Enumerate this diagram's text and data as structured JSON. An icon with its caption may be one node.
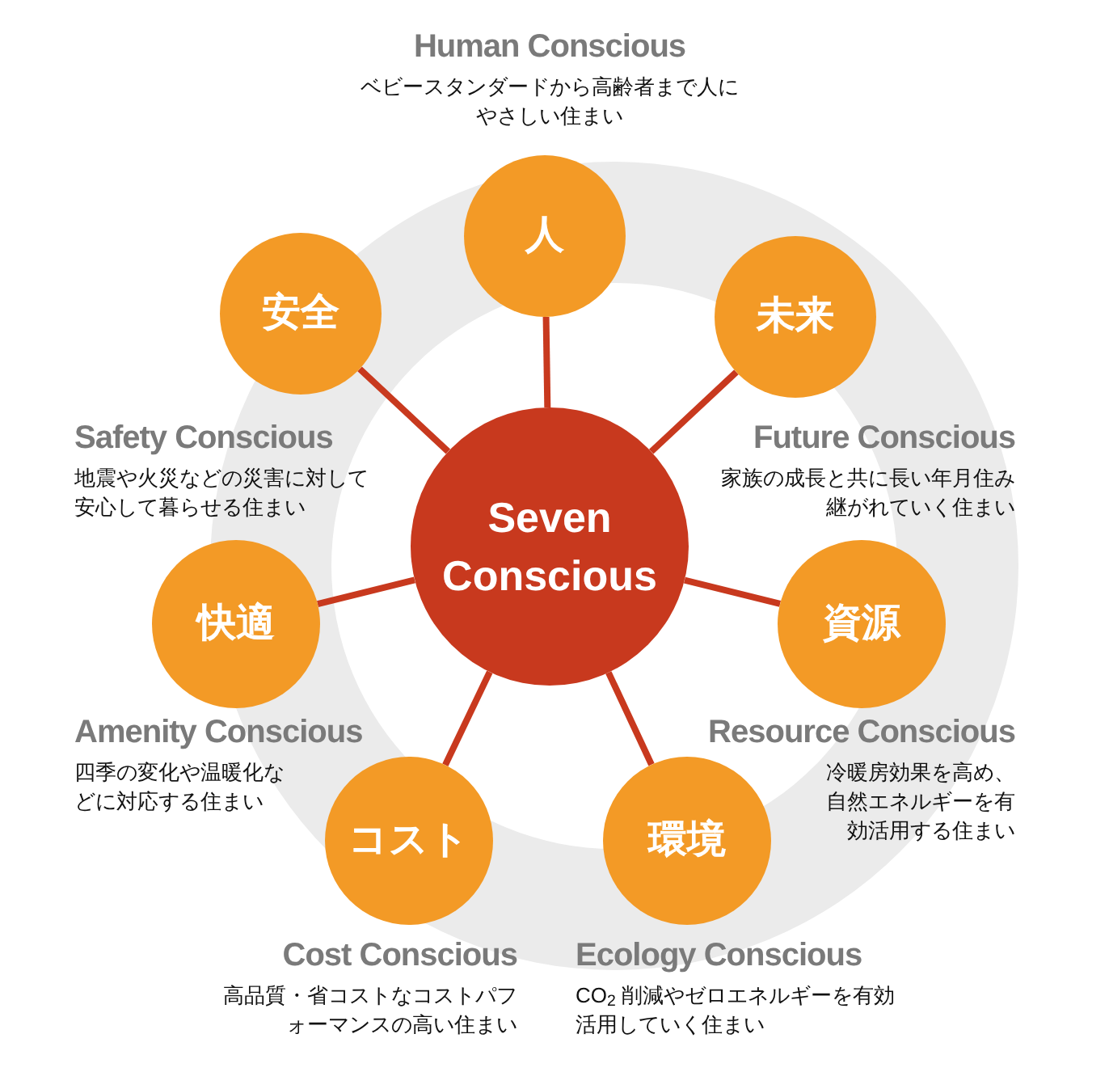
{
  "diagram": {
    "nodes": [
      {
        "text": [
          "Seven Conscious"
        ]
      },
      {
        "text": [
          "人"
        ],
        "beside": [
          "Human Conscious",
          "ベビースタンダードから高齢者まで人にやさしい住まい"
        ]
      },
      {
        "text": [
          "未来"
        ],
        "beside": [
          "Future Conscious",
          "家族の成長と共に長い年月住み継がれていく住まい"
        ]
      },
      {
        "text": [
          "資源"
        ],
        "beside": [
          "Resource Conscious",
          "冷暖房効果を高め、自然エネルギーを有効活用する住まい"
        ]
      },
      {
        "text": [
          "環境"
        ],
        "beside": [
          "Ecology Conscious",
          "CO$_{2}$ 削減やゼロエネルギーを有効活用していく住まい"
        ]
      },
      {
        "text": [
          "コスト"
        ],
        "beside": [
          "Cost Conscious",
          "高品質・省コストなコストパフォーマンスの高い住まい"
        ]
      },
      {
        "text": [
          "快適"
        ],
        "beside": [
          "Amenity Conscious",
          "四季の変化や温暖化などに対応する住まい"
        ]
      },
      {
        "text": [
          "安全"
        ],
        "beside": [
          "Safety Conscious",
          "地震や火災などの災害に対して安心して暮らせる住まい"
        ]
      }
    ],
    "edges": [
      {
        "from": 0,
        "to": 1,
        "arrow": "none"
      },
      {
        "from": 0,
        "to": 2,
        "arrow": "none"
      },
      {
        "from": 0,
        "to": 3,
        "arrow": "none"
      },
      {
        "from": 0,
        "to": 4,
        "arrow": "none"
      },
      {
        "from": 0,
        "to": 5,
        "arrow": "none"
      },
      {
        "from": 0,
        "to": 6,
        "arrow": "none"
      },
      {
        "from": 0,
        "to": 7,
        "arrow": "none"
      }
    ]
  }
}
